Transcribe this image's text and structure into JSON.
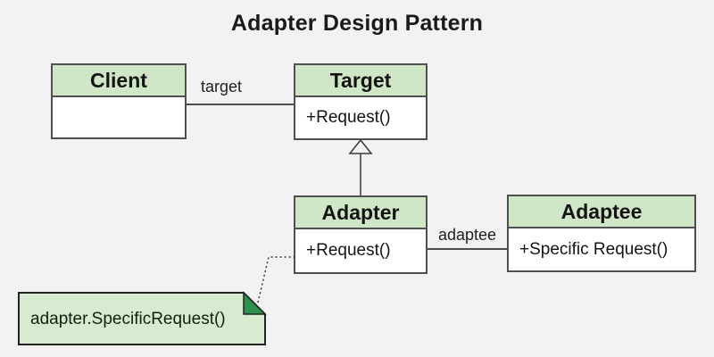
{
  "title": "Adapter Design Pattern",
  "colors": {
    "background": "#f2f2f2",
    "class_header_fill": "#cfe6c7",
    "class_body_fill": "#ffffff",
    "class_border": "#4f4f4f",
    "note_fill": "#d7ebd1",
    "note_fold_fill": "#2e9150",
    "note_border": "#222222",
    "line": "#4d4d4d",
    "text": "#141414"
  },
  "classes": [
    {
      "id": "client",
      "name": "Client",
      "members": []
    },
    {
      "id": "target",
      "name": "Target",
      "members": [
        "+Request()"
      ]
    },
    {
      "id": "adapter",
      "name": "Adapter",
      "members": [
        "+Request()"
      ]
    },
    {
      "id": "adaptee",
      "name": "Adaptee",
      "members": [
        "+Specific Request()"
      ]
    }
  ],
  "relationships": [
    {
      "type": "association",
      "from": "Client",
      "to": "Target",
      "label": "target"
    },
    {
      "type": "inheritance",
      "from": "Adapter",
      "to": "Target",
      "label": ""
    },
    {
      "type": "association",
      "from": "Adapter",
      "to": "Adaptee",
      "label": "adaptee"
    }
  ],
  "note": {
    "text": "adapter.SpecificRequest()",
    "attached_to": "Adapter"
  }
}
